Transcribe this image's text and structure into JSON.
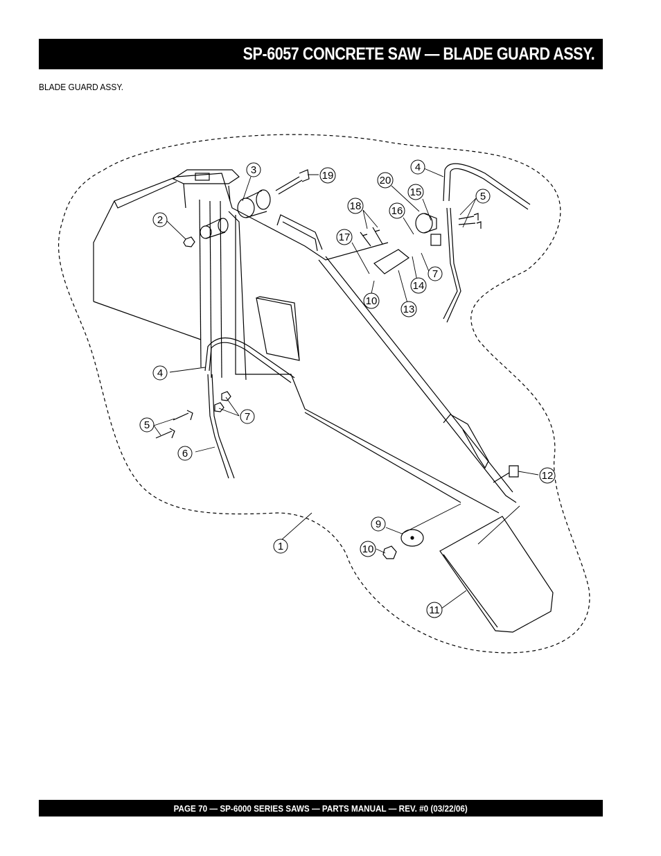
{
  "header": {
    "title": "SP-6057 CONCRETE SAW —  BLADE GUARD ASSY."
  },
  "section": {
    "label": "BLADE GUARD  ASSY."
  },
  "diagram": {
    "callouts": [
      "1",
      "2",
      "3",
      "4",
      "4",
      "5",
      "5",
      "6",
      "7",
      "7",
      "9",
      "10",
      "10",
      "11",
      "12",
      "13",
      "14",
      "15",
      "16",
      "17",
      "18",
      "19",
      "20"
    ]
  },
  "footer": {
    "text": "PAGE 70 — SP-6000 SERIES SAWS  — PARTS MANUAL — REV. #0 (03/22/06)"
  }
}
